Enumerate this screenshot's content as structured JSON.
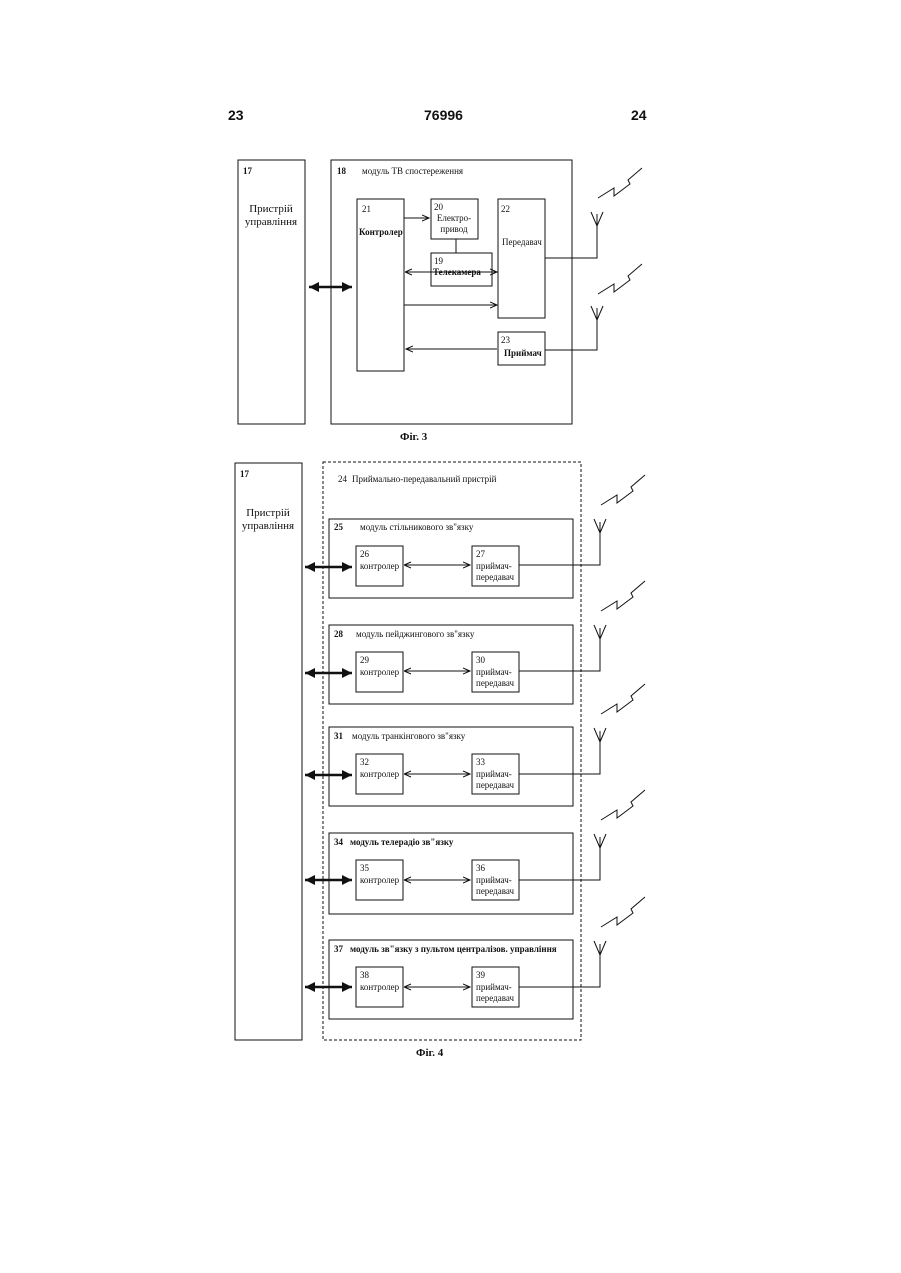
{
  "header": {
    "left": "23",
    "center": "76996",
    "right": "24"
  },
  "fig3": {
    "caption": "Фіг. 3",
    "control": {
      "num": "17",
      "line1": "Пристрій",
      "line2": "управління"
    },
    "module": {
      "num": "18",
      "title": "модуль ТВ спостереження"
    },
    "controller": {
      "num": "21",
      "label": "Контролер"
    },
    "drive": {
      "num": "20",
      "line1": "Електро-",
      "line2": "привод"
    },
    "camera": {
      "num": "19",
      "label": "Телекамера"
    },
    "transmitter": {
      "num": "22",
      "label": "Передавач"
    },
    "receiver": {
      "num": "23",
      "label": "Приймач"
    }
  },
  "fig4": {
    "caption": "Фіг. 4",
    "control": {
      "num": "17",
      "line1": "Пристрій",
      "line2": "управління"
    },
    "device": {
      "num": "24",
      "title": "Приймально-передавальний пристрій"
    },
    "modules": [
      {
        "num": "25",
        "title": "модуль  стільникового зв\"язку",
        "ctrl_num": "26",
        "ctrl_label": "контролер",
        "tr_num": "27",
        "tr_line1": "приймач-",
        "tr_line2": "передавач"
      },
      {
        "num": "28",
        "title": "модуль  пейджингового зв\"язку",
        "ctrl_num": "29",
        "ctrl_label": "контролер",
        "tr_num": "30",
        "tr_line1": "приймач-",
        "tr_line2": "передавач"
      },
      {
        "num": "31",
        "title": "модуль транкінгового зв\"язку",
        "ctrl_num": "32",
        "ctrl_label": "контролер",
        "tr_num": "33",
        "tr_line1": "приймач-",
        "tr_line2": "передавач"
      },
      {
        "num": "34",
        "title": "модуль телерадіо зв\"язку",
        "ctrl_num": "35",
        "ctrl_label": "контролер",
        "tr_num": "36",
        "tr_line1": "приймач-",
        "tr_line2": "передавач"
      },
      {
        "num": "37",
        "title": "модуль зв\"язку з пультом централізов. управління",
        "ctrl_num": "38",
        "ctrl_label": "контролер",
        "tr_num": "39",
        "tr_line1": "приймач-",
        "tr_line2": "передавач"
      }
    ]
  }
}
